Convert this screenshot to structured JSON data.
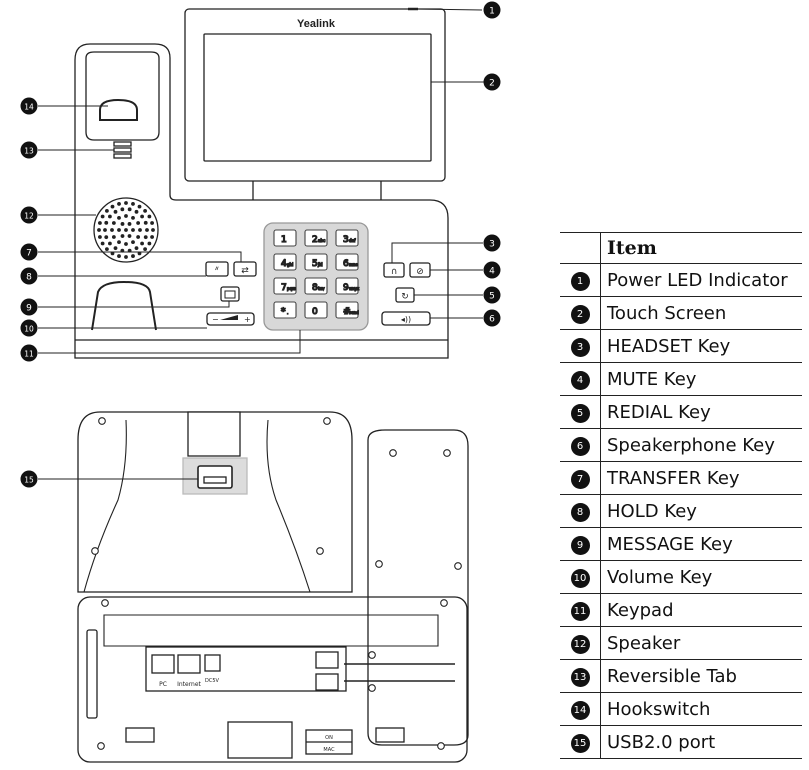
{
  "brand": "Yealink",
  "keypad": [
    {
      "digit": "1",
      "sub": ""
    },
    {
      "digit": "2",
      "sub": "abc"
    },
    {
      "digit": "3",
      "sub": "def"
    },
    {
      "digit": "4",
      "sub": "ghi"
    },
    {
      "digit": "5",
      "sub": "jkl"
    },
    {
      "digit": "6",
      "sub": "mno"
    },
    {
      "digit": "7",
      "sub": "pqrs"
    },
    {
      "digit": "8",
      "sub": "tuv"
    },
    {
      "digit": "9",
      "sub": "wxyz"
    },
    {
      "digit": "*",
      "sub": "."
    },
    {
      "digit": "0",
      "sub": ""
    },
    {
      "digit": "#",
      "sub": "send"
    }
  ],
  "volume_key": {
    "minus": "−",
    "plus": "+"
  },
  "back_panel": {
    "pc_label": "PC",
    "internet_label": "Internet",
    "power_label": "DC5V",
    "label_on": "ON",
    "label_mac": "MAC"
  },
  "callout_icons": {
    "transfer": "transfer-icon",
    "hold": "hold-icon",
    "message": "message-icon",
    "headset": "headset-icon",
    "mute": "mute-icon",
    "redial": "redial-icon",
    "speaker": "speakerphone-icon",
    "usb": "usb-icon"
  },
  "legend": {
    "header_item": "Item",
    "items": [
      {
        "num": "1",
        "label": "Power LED Indicator"
      },
      {
        "num": "2",
        "label": "Touch Screen"
      },
      {
        "num": "3",
        "label": "HEADSET Key"
      },
      {
        "num": "4",
        "label": "MUTE Key"
      },
      {
        "num": "5",
        "label": "REDIAL Key"
      },
      {
        "num": "6",
        "label": "Speakerphone Key"
      },
      {
        "num": "7",
        "label": "TRANSFER Key"
      },
      {
        "num": "8",
        "label": "HOLD Key"
      },
      {
        "num": "9",
        "label": "MESSAGE Key"
      },
      {
        "num": "10",
        "label": "Volume Key"
      },
      {
        "num": "11",
        "label": "Keypad"
      },
      {
        "num": "12",
        "label": "Speaker"
      },
      {
        "num": "13",
        "label": "Reversible Tab"
      },
      {
        "num": "14",
        "label": "Hookswitch"
      },
      {
        "num": "15",
        "label": "USB2.0 port"
      }
    ]
  }
}
